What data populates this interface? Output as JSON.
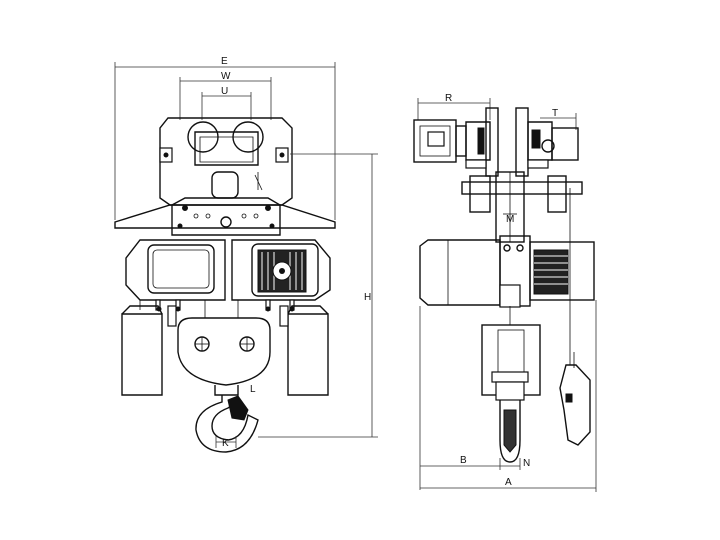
{
  "labels": {
    "E": "E",
    "W": "W",
    "U": "U",
    "H": "H",
    "K": "K",
    "R": "R",
    "T": "T",
    "M": "M",
    "B": "B",
    "N": "N",
    "A": "A"
  }
}
